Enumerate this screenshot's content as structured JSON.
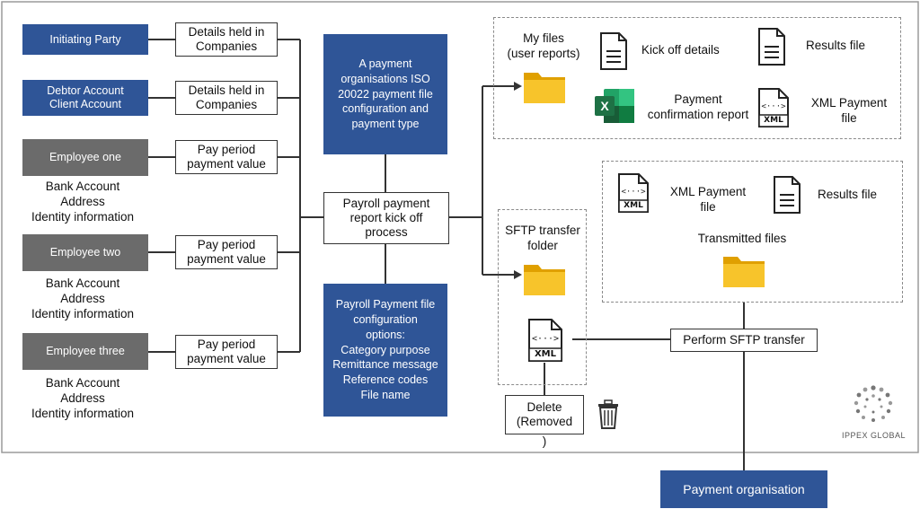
{
  "left_column": {
    "initiating_party": "Initiating Party",
    "debtor_account": "Debtor Account\nClient Account",
    "details_held_1": "Details held in\nCompanies",
    "details_held_2": "Details held in\nCompanies",
    "employees": [
      {
        "name": "Employee one",
        "pay": "Pay period\npayment value",
        "details": [
          "Bank Account",
          "Address",
          "Identity information"
        ]
      },
      {
        "name": "Employee two",
        "pay": "Pay period\npayment value",
        "details": [
          "Bank Account",
          "Address",
          "Identity information"
        ]
      },
      {
        "name": "Employee three",
        "pay": "Pay period\npayment value",
        "details": [
          "Bank Account",
          "Address",
          "Identity information"
        ]
      }
    ]
  },
  "center": {
    "iso_box": "A payment\norganisations ISO\n20022 payment file\nconfiguration and\npayment type",
    "kickoff": "Payroll payment\nreport kick off\nprocess",
    "options_box": "Payroll Payment file\nconfiguration\noptions:\nCategory purpose\nRemittance message\nReference codes\nFile name"
  },
  "my_files": {
    "label": "My files\n(user reports)",
    "kick_off": "Kick off details",
    "results": "Results file",
    "confirmation": "Payment\nconfirmation report",
    "xml": "XML Payment\nfile",
    "xml_icon_label": "XML"
  },
  "transmitted": {
    "xml": "XML Payment\nfile",
    "results": "Results file",
    "label": "Transmitted files",
    "xml_icon_label": "XML"
  },
  "sftp": {
    "folder_label": "SFTP transfer\nfolder",
    "xml_icon_label": "XML",
    "perform": "Perform SFTP transfer",
    "delete": "Delete\n(Removed",
    "delete_tail": ")"
  },
  "payment_org": "Payment organisation",
  "logo": "IPPEX GLOBAL",
  "colors": {
    "blue": "#2f5597",
    "grey": "#6b6b6b",
    "folder": "#f2b705",
    "excel": "#1e7145"
  }
}
